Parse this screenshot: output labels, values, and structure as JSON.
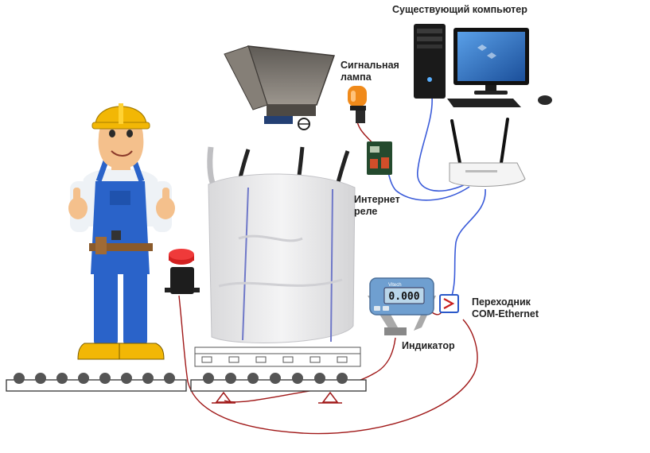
{
  "labels": {
    "computer": "Существующий компьютер",
    "lamp_line1": "Сигнальная",
    "lamp_line2": "лампа",
    "relay_line1": "Интернет",
    "relay_line2": "реле",
    "adapter_line1": "Переходник",
    "adapter_line2": "COM-Ethernet",
    "indicator": "Индикатор"
  },
  "indicator_display": "0.000",
  "indicator_brand": "Vitech",
  "colors": {
    "ethernet_cable": "#3a5bd9",
    "signal_cable": "#a01818",
    "helmet": "#f2b705",
    "overalls": "#2a63c9",
    "bag": "#e9e9ea",
    "lamp": "#f08a1a",
    "indicator_body": "#6f9fd0"
  }
}
